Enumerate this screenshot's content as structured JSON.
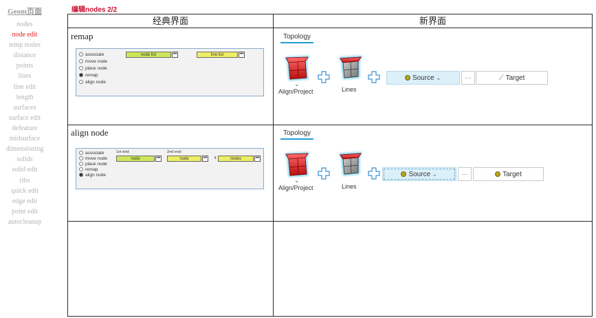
{
  "sidebar": {
    "heading": "Geom页面",
    "items": [
      "nodes",
      "node edit",
      "temp nodes",
      "distance",
      "points",
      "lines",
      "line edit",
      "length",
      "surfaces",
      "surface edit",
      "defeature",
      "midsurface",
      "dimensioning",
      "solids",
      "solid edit",
      "ribs",
      "quick edit",
      "edge edit",
      "point edit",
      "autocleanup"
    ],
    "active": "node edit"
  },
  "header": {
    "title": "编辑nodes 2/2"
  },
  "table": {
    "col_classic": "经典界面",
    "col_new": "新界面",
    "rows": [
      {
        "label": "remap",
        "classic": {
          "radios": [
            "associate",
            "move node",
            "place node",
            "remap",
            "align node"
          ],
          "selected": "remap",
          "field_a": "node list",
          "field_b": "line list"
        },
        "new": {
          "tab": "Topology",
          "tool_a": "Align/Project",
          "tool_b": "Lines",
          "source": "Source",
          "more": "···",
          "target": "Target"
        }
      },
      {
        "label": "align node",
        "classic": {
          "radios": [
            "associate",
            "move node",
            "place node",
            "remap",
            "align node"
          ],
          "selected": "align node",
          "label_1": "1st end:",
          "label_2": "2nd end:",
          "field_1": "node",
          "field_2": "node",
          "field_3": "nodes"
        },
        "new": {
          "tab": "Topology",
          "tool_a": "Align/Project",
          "tool_b": "Lines",
          "source": "Source",
          "more": "···",
          "target": "Target"
        }
      }
    ]
  },
  "colors": {
    "active_nav": "#e02020",
    "header": "#c8102e",
    "source_bg": "#dcf0fa",
    "tab_underline": "#1f9fd6"
  }
}
